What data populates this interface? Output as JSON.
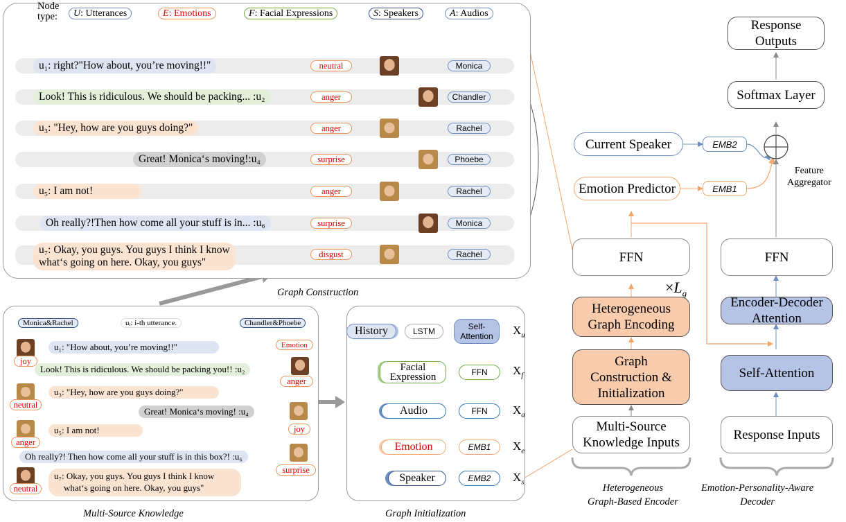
{
  "node_type": {
    "label_line1": "Node",
    "label_line2": "type:",
    "tags": [
      {
        "letter": "U",
        "text": "Utterances",
        "color": "#6d8fbf"
      },
      {
        "letter": "E",
        "text": "Emotions",
        "color": "#e8955a"
      },
      {
        "letter": "F",
        "text": "Facial Expressions",
        "color": "#70ad47"
      },
      {
        "letter": "S",
        "text": "Speakers",
        "color": "#2f4f8a"
      },
      {
        "letter": "A",
        "text": "Audios",
        "color": "#6d8fbf"
      }
    ]
  },
  "graph": {
    "utterances": [
      {
        "text": "u₁: right?\"How about, you’re moving!!\""
      },
      {
        "text": "Look! This is ridiculous. We should be packing... :u₂"
      },
      {
        "text": "u₃: \"Hey, how are you guys doing?\""
      },
      {
        "text": "Great! Monica‘s moving!:u₄"
      },
      {
        "text": "u₅: I am not!"
      },
      {
        "text": "Oh really?!Then how come all your stuff is in... :u₆"
      },
      {
        "text": "u₇: Okay, you guys. You guys I think I know",
        "text2": "what‘s going on here. Okay, you guys\""
      }
    ],
    "emotions": [
      "neutral",
      "anger",
      "anger",
      "surprise",
      "anger",
      "surprise",
      "disgust"
    ],
    "speakers": [
      "Monica",
      "Chandler",
      "Rachel",
      "Phoebe",
      "Rachel",
      "Monica",
      "Rachel"
    ],
    "caption": "Graph Construction"
  },
  "msk": {
    "caption": "Multi-Source Knowledge",
    "tag_left": "Monica&Rachel",
    "tag_mid": "uᵢ: i-th utterance.",
    "tag_right": "Chandler&Phoebe",
    "emotion_tag": "Emotion",
    "utterances": [
      "u₁: \"How about, you’re moving!!\"",
      "Look! This is ridiculous. We should be packing you!! :u₂",
      "u₃: \"Hey, how are you guys doing?\"",
      "Great! Monica‘s moving! :u₄",
      "u₅: I am not!",
      "Oh really?! Then how come all your stuff is in this box?! :u₆",
      "u₇: Okay, you guys. You guys I think I know",
      "what‘s going on here. Okay, you guys\""
    ],
    "emotions": [
      "joy",
      "anger",
      "neutral",
      "joy",
      "anger",
      "surprise",
      "neutral"
    ]
  },
  "init": {
    "caption": "Graph Initialization",
    "history": "History",
    "lstm": "LSTM",
    "self_attention_1": "Self-",
    "self_attention_2": "Attention",
    "facial_1": "Facial",
    "facial_2": "Expression",
    "audio": "Audio",
    "emotion": "Emotion",
    "speaker": "Speaker",
    "ffn": "FFN",
    "emb1": "EMB1",
    "emb2": "EMB2",
    "outputs": [
      {
        "base": "X",
        "sub": "u"
      },
      {
        "base": "X",
        "sub": "f"
      },
      {
        "base": "X",
        "sub": "a"
      },
      {
        "base": "X",
        "sub": "e"
      },
      {
        "base": "X",
        "sub": "s"
      }
    ]
  },
  "arch": {
    "response_outputs_1": "Response",
    "response_outputs_2": "Outputs",
    "softmax": "Softmax Layer",
    "current_speaker": "Current Speaker",
    "emb2": "EMB2",
    "emb1": "EMB1",
    "emotion_predictor": "Emotion Predictor",
    "feature_aggregator_1": "Feature",
    "feature_aggregator_2": "Aggregator",
    "ffn": "FFN",
    "lg_symbol": "×",
    "lg_L": "L",
    "lg_g": "g",
    "hge_1": "Heterogeneous",
    "hge_2": "Graph Encoding",
    "ed_1": "Encoder-Decoder",
    "ed_2": "Attention",
    "gci_1": "Graph",
    "gci_2": "Construction &",
    "gci_3": "Initialization",
    "self_attention": "Self-Attention",
    "msk_1": "Multi-Source",
    "msk_2": "Knowledge Inputs",
    "response_inputs": "Response Inputs",
    "enc_caption_1": "Heterogeneous",
    "enc_caption_2": "Graph-Based Encoder",
    "dec_caption_1": "Emotion-Personality-Aware",
    "dec_caption_2": "Decoder"
  },
  "colors": {
    "orange_fill": "#f8cbad",
    "navy_fill": "#b4c3e6",
    "emotion_text": "#e00000",
    "edge_orange": "#f4a46a",
    "edge_blue": "#6d8fbf"
  }
}
